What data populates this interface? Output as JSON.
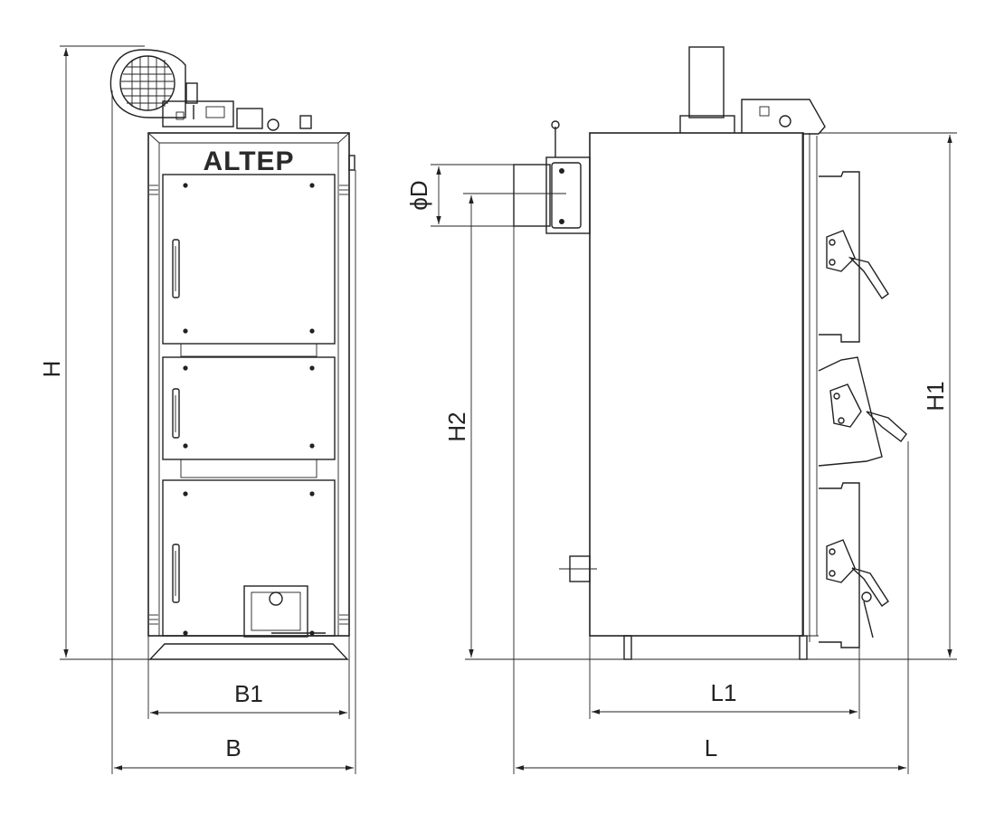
{
  "brand": "ALTEP",
  "labels": {
    "H": "H",
    "H1": "H1",
    "H2": "H2",
    "D": "ϕD",
    "B1": "B1",
    "B": "B",
    "L1": "L1",
    "L": "L"
  },
  "colors": {
    "line": "#222222",
    "background": "#ffffff"
  }
}
